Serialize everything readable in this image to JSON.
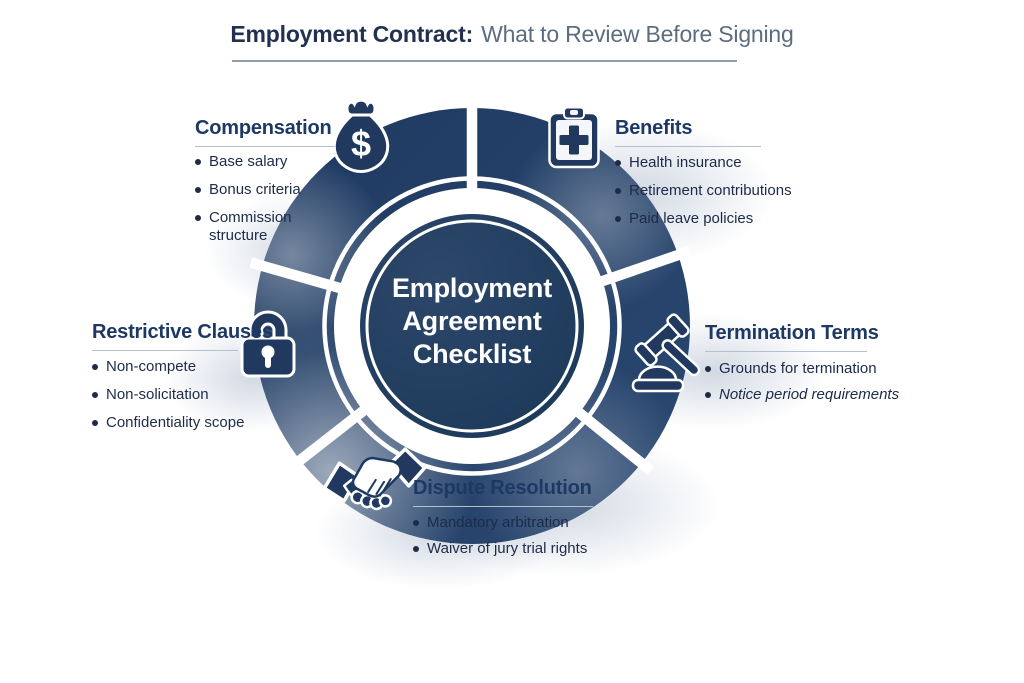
{
  "title": {
    "bold": "Employment Contract:",
    "rest": "What to Review Before Signing"
  },
  "center": {
    "lines": [
      "Employment",
      "Agreement",
      "Checklist"
    ]
  },
  "sections": [
    {
      "id": "compensation",
      "label": "Compensation",
      "icon": "money-bag-icon",
      "items": [
        "Base salary",
        "Bonus criteria",
        "Commission structure"
      ]
    },
    {
      "id": "benefits",
      "label": "Benefits",
      "icon": "medical-clipboard-icon",
      "items": [
        "Health insurance",
        "Retirement contributions",
        "Paid leave policies"
      ]
    },
    {
      "id": "termination",
      "label": "Termination Terms",
      "icon": "gavel-icon",
      "items": [
        "Grounds for termination",
        "Notice period requirements"
      ]
    },
    {
      "id": "restrictive",
      "label": "Restrictive Clauses",
      "icon": "padlock-icon",
      "items": [
        "Non-compete",
        "Non-solicitation",
        "Confidentiality scope"
      ]
    },
    {
      "id": "dispute",
      "label": "Dispute Resolution",
      "icon": "handshake-icon",
      "items": [
        "Mandatory arbitration",
        "Waiver of jury trial rights"
      ]
    }
  ],
  "colors": {
    "ring_navy": "#223e67",
    "medallion_navy": "#1e3a5e",
    "heading_navy": "#1e3864",
    "body_text": "#1d2b49",
    "title_bold": "#22314f",
    "title_muted": "#5d6d80",
    "underline_gray": "#b6c0cd"
  }
}
